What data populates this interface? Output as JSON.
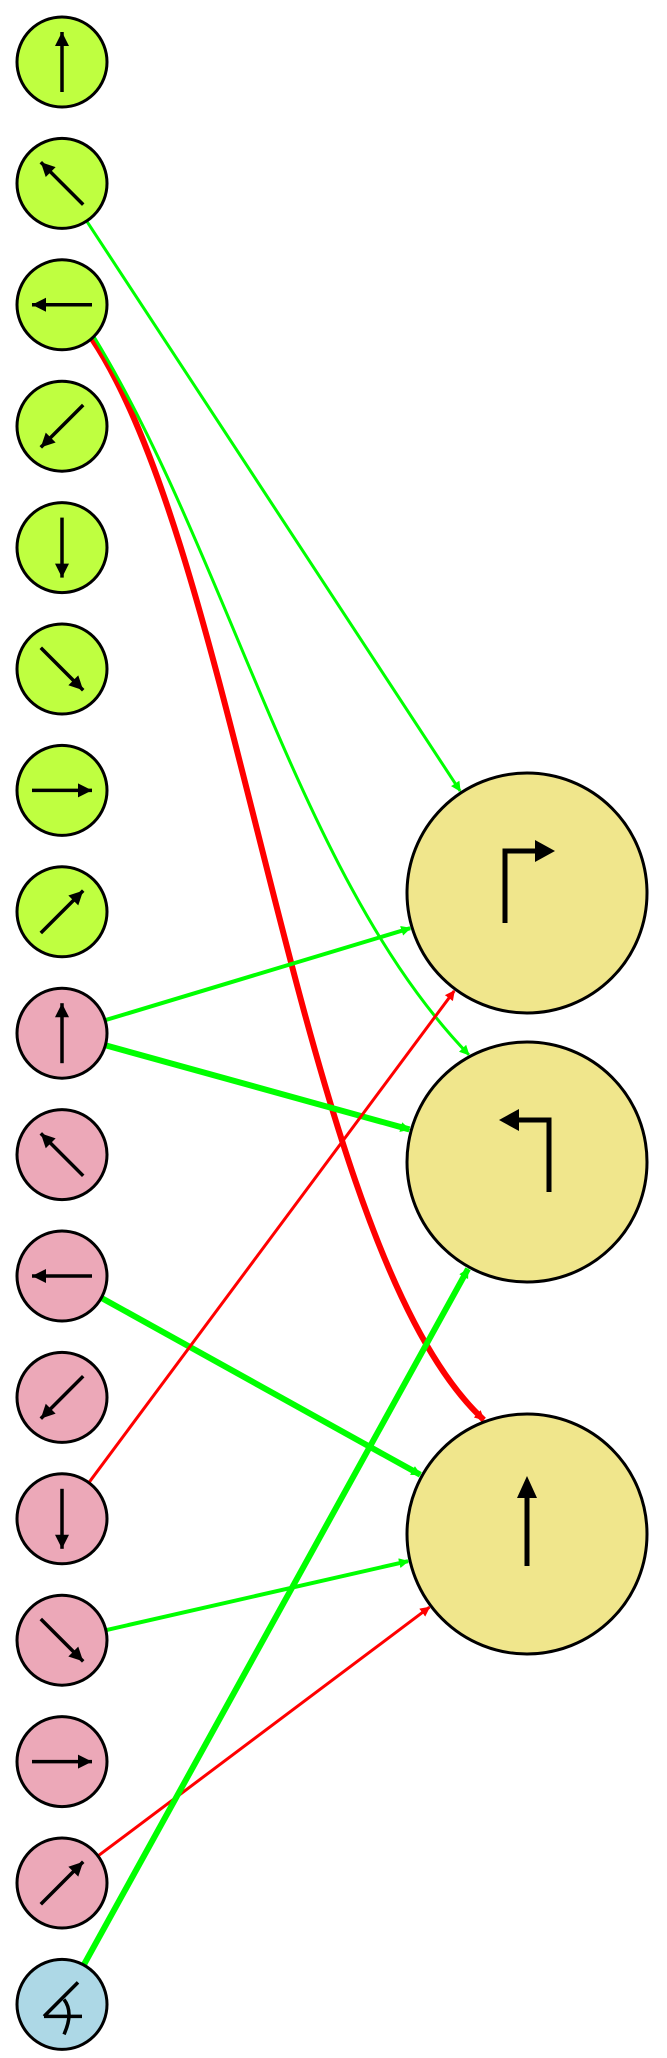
{
  "colors": {
    "green_node": "#bfff40",
    "pink_node": "#eca8b8",
    "blue_node": "#add8e6",
    "output_node": "#f0e68c",
    "excite": "#00ff00",
    "inhibit": "#ff0000"
  },
  "input_nodes": [
    {
      "group": "green",
      "icon": "arrow-up-icon"
    },
    {
      "group": "green",
      "icon": "arrow-up-left-icon"
    },
    {
      "group": "green",
      "icon": "arrow-left-icon"
    },
    {
      "group": "green",
      "icon": "arrow-down-left-icon"
    },
    {
      "group": "green",
      "icon": "arrow-down-icon"
    },
    {
      "group": "green",
      "icon": "arrow-down-right-icon"
    },
    {
      "group": "green",
      "icon": "arrow-right-icon"
    },
    {
      "group": "green",
      "icon": "arrow-up-right-icon"
    },
    {
      "group": "pink",
      "icon": "arrow-up-icon"
    },
    {
      "group": "pink",
      "icon": "arrow-up-left-icon"
    },
    {
      "group": "pink",
      "icon": "arrow-left-icon"
    },
    {
      "group": "pink",
      "icon": "arrow-down-left-icon"
    },
    {
      "group": "pink",
      "icon": "arrow-down-icon"
    },
    {
      "group": "pink",
      "icon": "arrow-down-right-icon"
    },
    {
      "group": "pink",
      "icon": "arrow-right-icon"
    },
    {
      "group": "pink",
      "icon": "arrow-up-right-icon"
    },
    {
      "group": "blue",
      "icon": "angle-icon"
    }
  ],
  "output_nodes": [
    {
      "icon": "turn-right-icon"
    },
    {
      "icon": "turn-left-icon"
    },
    {
      "icon": "straight-icon"
    }
  ],
  "edges": [
    {
      "from": 1,
      "to": 0,
      "type": "excite",
      "weight": "thin"
    },
    {
      "from": 2,
      "to": 2,
      "type": "inhibit",
      "weight": "thick"
    },
    {
      "from": 2,
      "to": 1,
      "type": "excite",
      "weight": "thin"
    },
    {
      "from": 8,
      "to": 0,
      "type": "excite",
      "weight": "medium"
    },
    {
      "from": 8,
      "to": 1,
      "type": "excite",
      "weight": "thick"
    },
    {
      "from": 10,
      "to": 2,
      "type": "excite",
      "weight": "thick"
    },
    {
      "from": 12,
      "to": 0,
      "type": "inhibit",
      "weight": "thin"
    },
    {
      "from": 13,
      "to": 2,
      "type": "excite",
      "weight": "medium"
    },
    {
      "from": 15,
      "to": 2,
      "type": "inhibit",
      "weight": "thin"
    },
    {
      "from": 16,
      "to": 1,
      "type": "excite",
      "weight": "thick"
    }
  ]
}
